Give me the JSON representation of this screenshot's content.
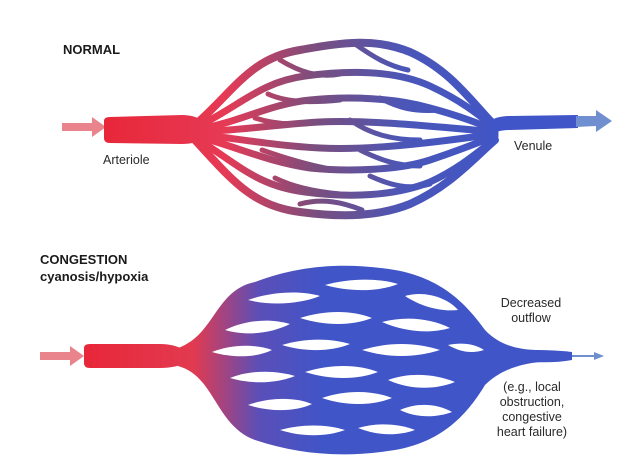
{
  "normal": {
    "title": "NORMAL",
    "inflow_label": "Arteriole",
    "outflow_label": "Venule"
  },
  "congestion": {
    "title": "CONGESTION",
    "subtitle": "cyanosis/hypoxia",
    "outflow_label_line1": "Decreased",
    "outflow_label_line2": "outflow",
    "note_line1": "(e.g., local",
    "note_line2": "obstruction,",
    "note_line3": "congestive",
    "note_line4": "heart failure)"
  },
  "colors": {
    "arterial": "#e8283a",
    "venous": "#3f55c8",
    "mixed": "#7a4e7e",
    "inflow_arrow": "#e9848d",
    "outflow_arrow": "#6f8fd0"
  }
}
